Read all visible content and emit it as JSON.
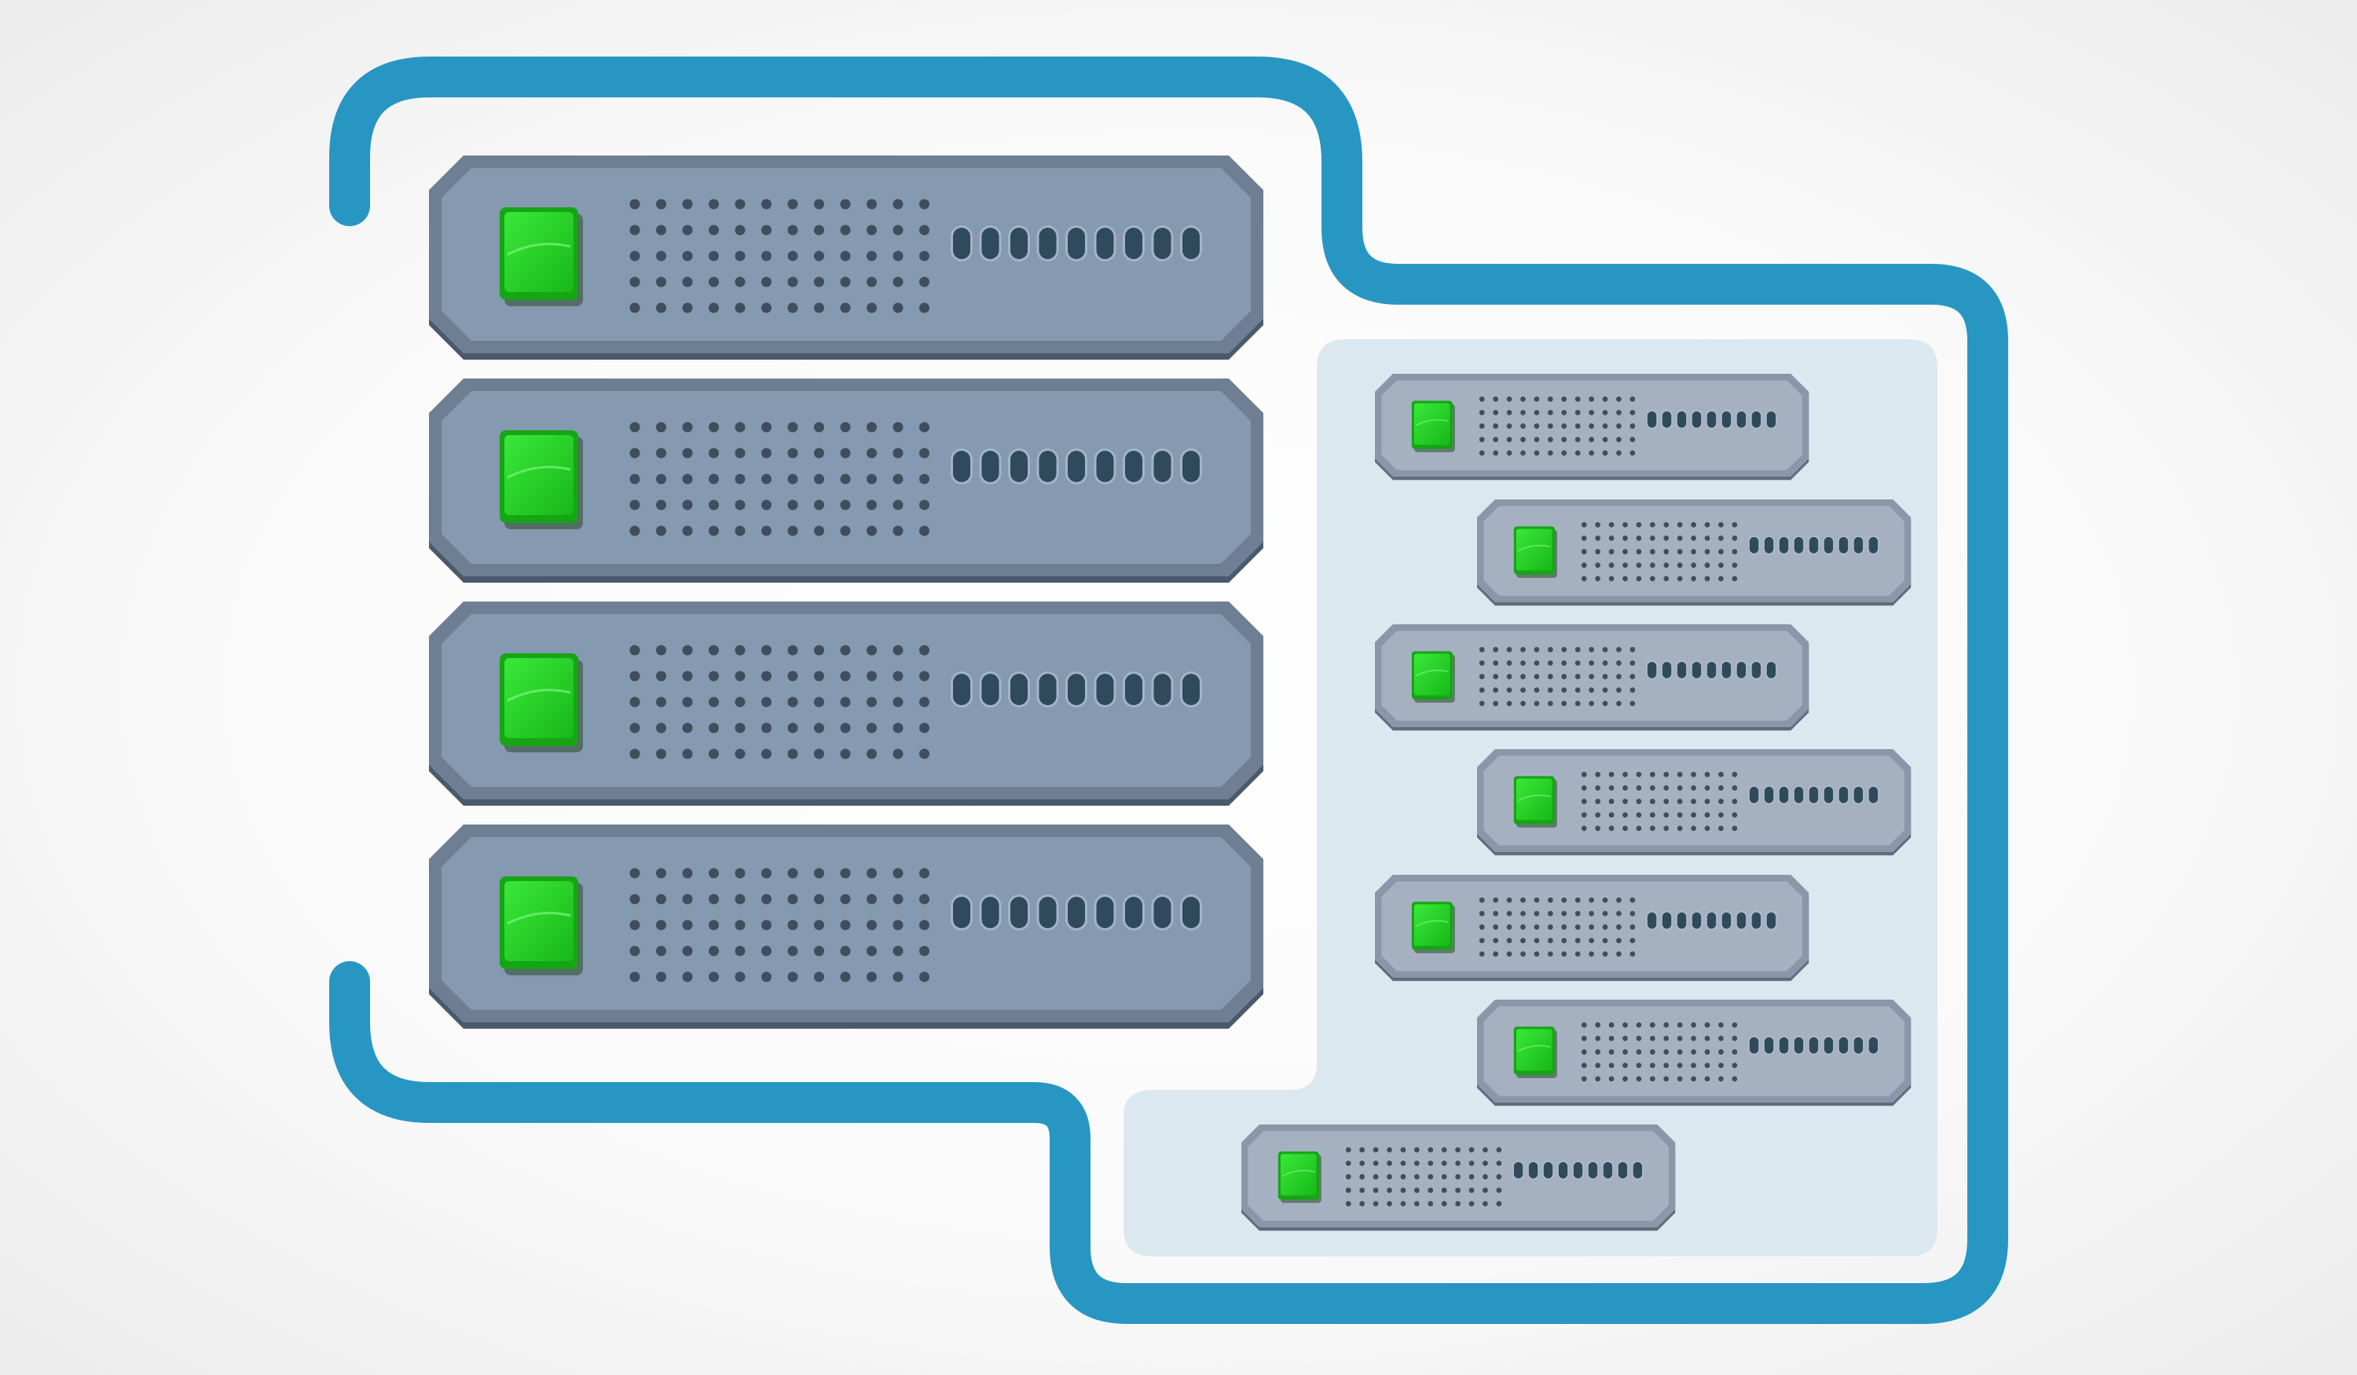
{
  "illustration": {
    "subject": "server-rack",
    "colors": {
      "outline": "#2896c3",
      "panel": "#dce8f0",
      "large_unit_body": "#8599b0",
      "large_unit_bezel": "#6e7f93",
      "large_unit_shadow": "#4a5a6c",
      "small_unit_body": "#a5b1c1",
      "small_unit_bezel": "#8a97a8",
      "small_unit_shadow": "#5f6c7c",
      "vent_dot": "#3f4d5c",
      "led_pill": "#2f4a5c",
      "power_button": "#1fd01f",
      "power_button_shade": "#15a515"
    },
    "large_units": [
      {
        "name": "server-unit-1",
        "power": "on"
      },
      {
        "name": "server-unit-2",
        "power": "on"
      },
      {
        "name": "server-unit-3",
        "power": "on"
      },
      {
        "name": "server-unit-4",
        "power": "on"
      }
    ],
    "small_units": [
      {
        "name": "node-1",
        "power": "on"
      },
      {
        "name": "node-2",
        "power": "on"
      },
      {
        "name": "node-3",
        "power": "on"
      },
      {
        "name": "node-4",
        "power": "on"
      },
      {
        "name": "node-5",
        "power": "on"
      },
      {
        "name": "node-6",
        "power": "on"
      },
      {
        "name": "node-7",
        "power": "on"
      }
    ],
    "vent_grid": {
      "columns": 12,
      "rows": 5
    },
    "indicator_lights": 9
  }
}
